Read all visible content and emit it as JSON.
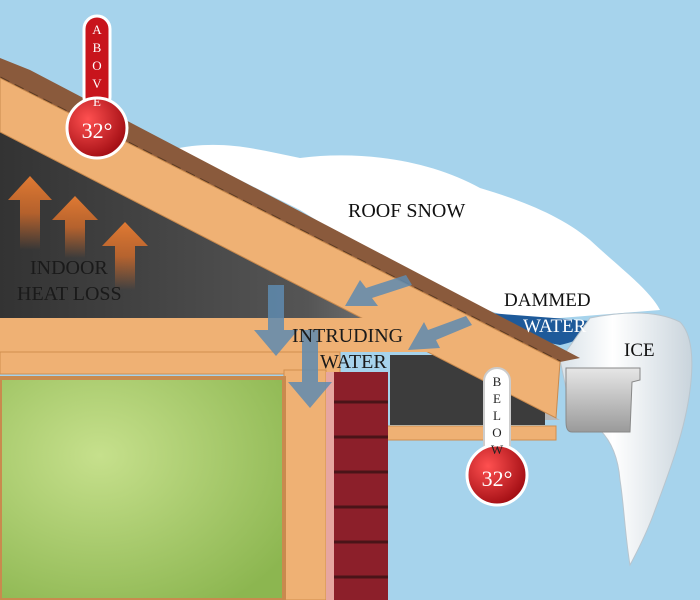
{
  "labels": {
    "roof_snow": "ROOF SNOW",
    "indoor_line1": "INDOOR",
    "indoor_line2": "HEAT LOSS",
    "intruding_line1": "INTRUDING",
    "intruding_line2": "WATER",
    "dammed": "DAMMED",
    "water": "WATER",
    "ice": "ICE"
  },
  "thermometers": {
    "above": {
      "letters": [
        "A",
        "B",
        "O",
        "V",
        "E"
      ],
      "value": "32°"
    },
    "below": {
      "letters": [
        "B",
        "E",
        "L",
        "O",
        "W"
      ],
      "value": "32°"
    }
  },
  "colors": {
    "sky": "#a6d3ec",
    "attic": "#444444",
    "wood": "#efb174",
    "wood_dark": "#d08e4e",
    "shingles": "#8a5a3c",
    "snow": "#ffffff",
    "ice": "#eef3f6",
    "dammed_water": "#1e5a9a",
    "brick": "#8c1f2a",
    "window": "#a3c764",
    "heat_arrow": "#d46c2a",
    "water_arrow": "#5f8bb0",
    "thermo_red": "#c8141c"
  }
}
